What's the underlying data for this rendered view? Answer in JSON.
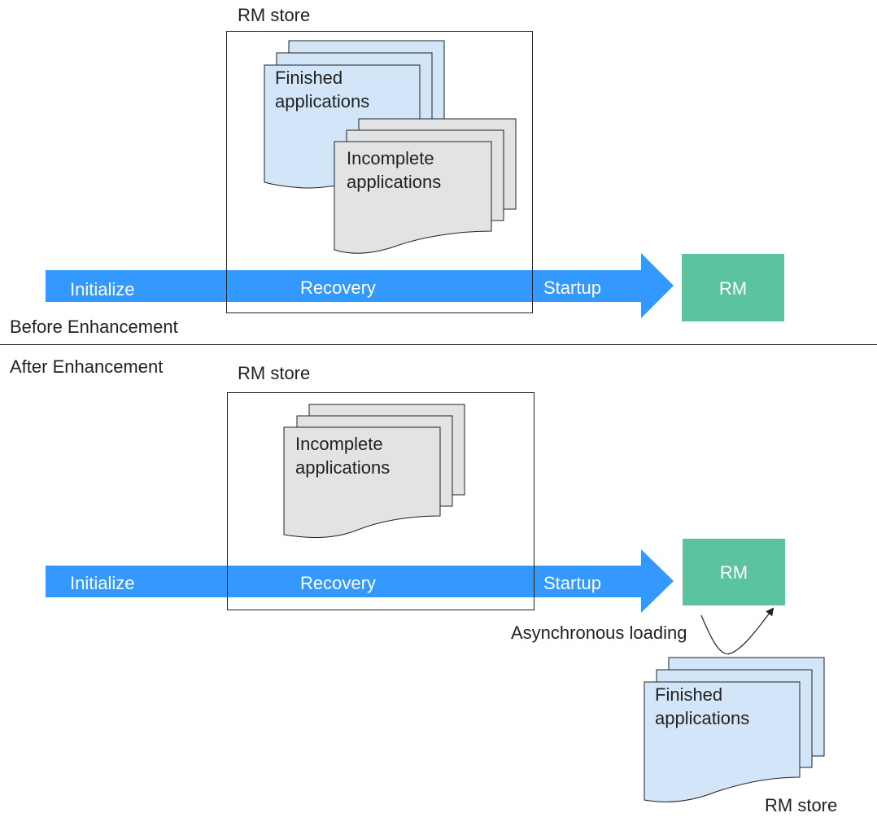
{
  "colors": {
    "arrow": "#3399ff",
    "rm_box": "#5bc49f",
    "finished_doc": "#d3e5f8",
    "incomplete_doc": "#e1e3e4",
    "stroke": "#222222"
  },
  "before": {
    "section_label": "Before Enhancement",
    "store_label": "RM store",
    "finished_doc": {
      "line1": "Finished",
      "line2": "applications"
    },
    "incomplete_doc": {
      "line1": "Incomplete",
      "line2": "applications"
    },
    "arrow": {
      "initialize": "Initialize",
      "recovery": "Recovery",
      "startup": "Startup"
    },
    "rm_label": "RM"
  },
  "after": {
    "section_label": "After Enhancement",
    "store_label": "RM store",
    "incomplete_doc": {
      "line1": "Incomplete",
      "line2": "applications"
    },
    "arrow": {
      "initialize": "Initialize",
      "recovery": "Recovery",
      "startup": "Startup"
    },
    "rm_label": "RM",
    "async_label": "Asynchronous loading",
    "finished_doc": {
      "line1": "Finished",
      "line2": "applications"
    },
    "external_store_label": "RM store"
  }
}
